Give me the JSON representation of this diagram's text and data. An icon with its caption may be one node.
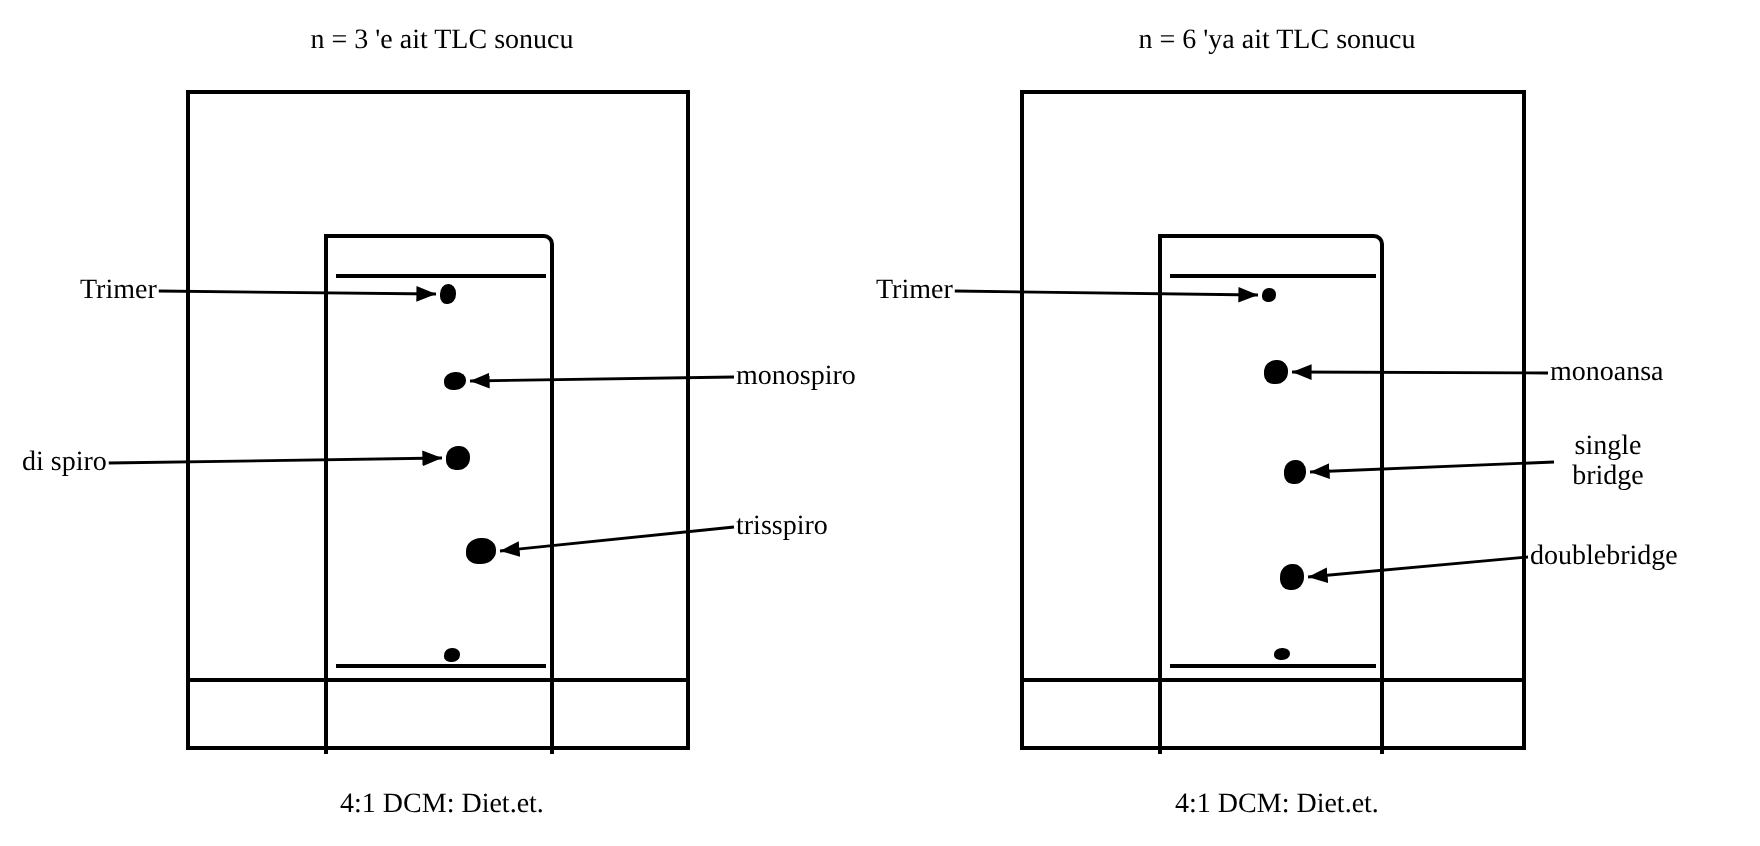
{
  "diagram": {
    "nodes": [
      {
        "text": [
          "n = 3 'e ait TLC sonucu"
        ],
        "beside": [
          "4:1 DCM: Diet.et."
        ]
      },
      {
        "text": [],
        "shape": "box",
        "in": 0
      },
      {
        "text": [
          "Trimer"
        ]
      },
      {
        "text": [
          "monospiro"
        ]
      },
      {
        "text": [
          "di spiro"
        ]
      },
      {
        "text": [
          "trisspiro"
        ]
      },
      {
        "text": [],
        "shape": "circle",
        "in": 1
      },
      {
        "text": [],
        "shape": "circle",
        "in": 1
      },
      {
        "text": [],
        "shape": "circle",
        "in": 1
      },
      {
        "text": [],
        "shape": "circle",
        "in": 1
      },
      {
        "text": [],
        "shape": "circle",
        "in": 1
      },
      {
        "text": [
          "n = 6 'ya ait TLC sonucu"
        ],
        "beside": [
          "4:1 DCM: Diet.et."
        ]
      },
      {
        "text": [],
        "shape": "box",
        "in": 11
      },
      {
        "text": [
          "Trimer"
        ]
      },
      {
        "text": [
          "monoansa"
        ]
      },
      {
        "text": [
          "single bridge"
        ]
      },
      {
        "text": [
          "doublebridge"
        ]
      },
      {
        "text": [],
        "shape": "circle",
        "in": 12
      },
      {
        "text": [],
        "shape": "circle",
        "in": 12
      },
      {
        "text": [],
        "shape": "circle",
        "in": 12
      },
      {
        "text": [],
        "shape": "circle",
        "in": 12
      },
      {
        "text": [],
        "shape": "circle",
        "in": 12
      }
    ],
    "edges": [
      {
        "from": 2,
        "to": 6,
        "arrow": "to"
      },
      {
        "from": 3,
        "to": 7,
        "arrow": "to"
      },
      {
        "from": 4,
        "to": 8,
        "arrow": "to"
      },
      {
        "from": 5,
        "to": 9,
        "arrow": "to"
      },
      {
        "from": 13,
        "to": 17,
        "arrow": "to"
      },
      {
        "from": 14,
        "to": 18,
        "arrow": "to"
      },
      {
        "from": 15,
        "to": 19,
        "arrow": "to"
      },
      {
        "from": 16,
        "to": 20,
        "arrow": "to"
      }
    ]
  }
}
